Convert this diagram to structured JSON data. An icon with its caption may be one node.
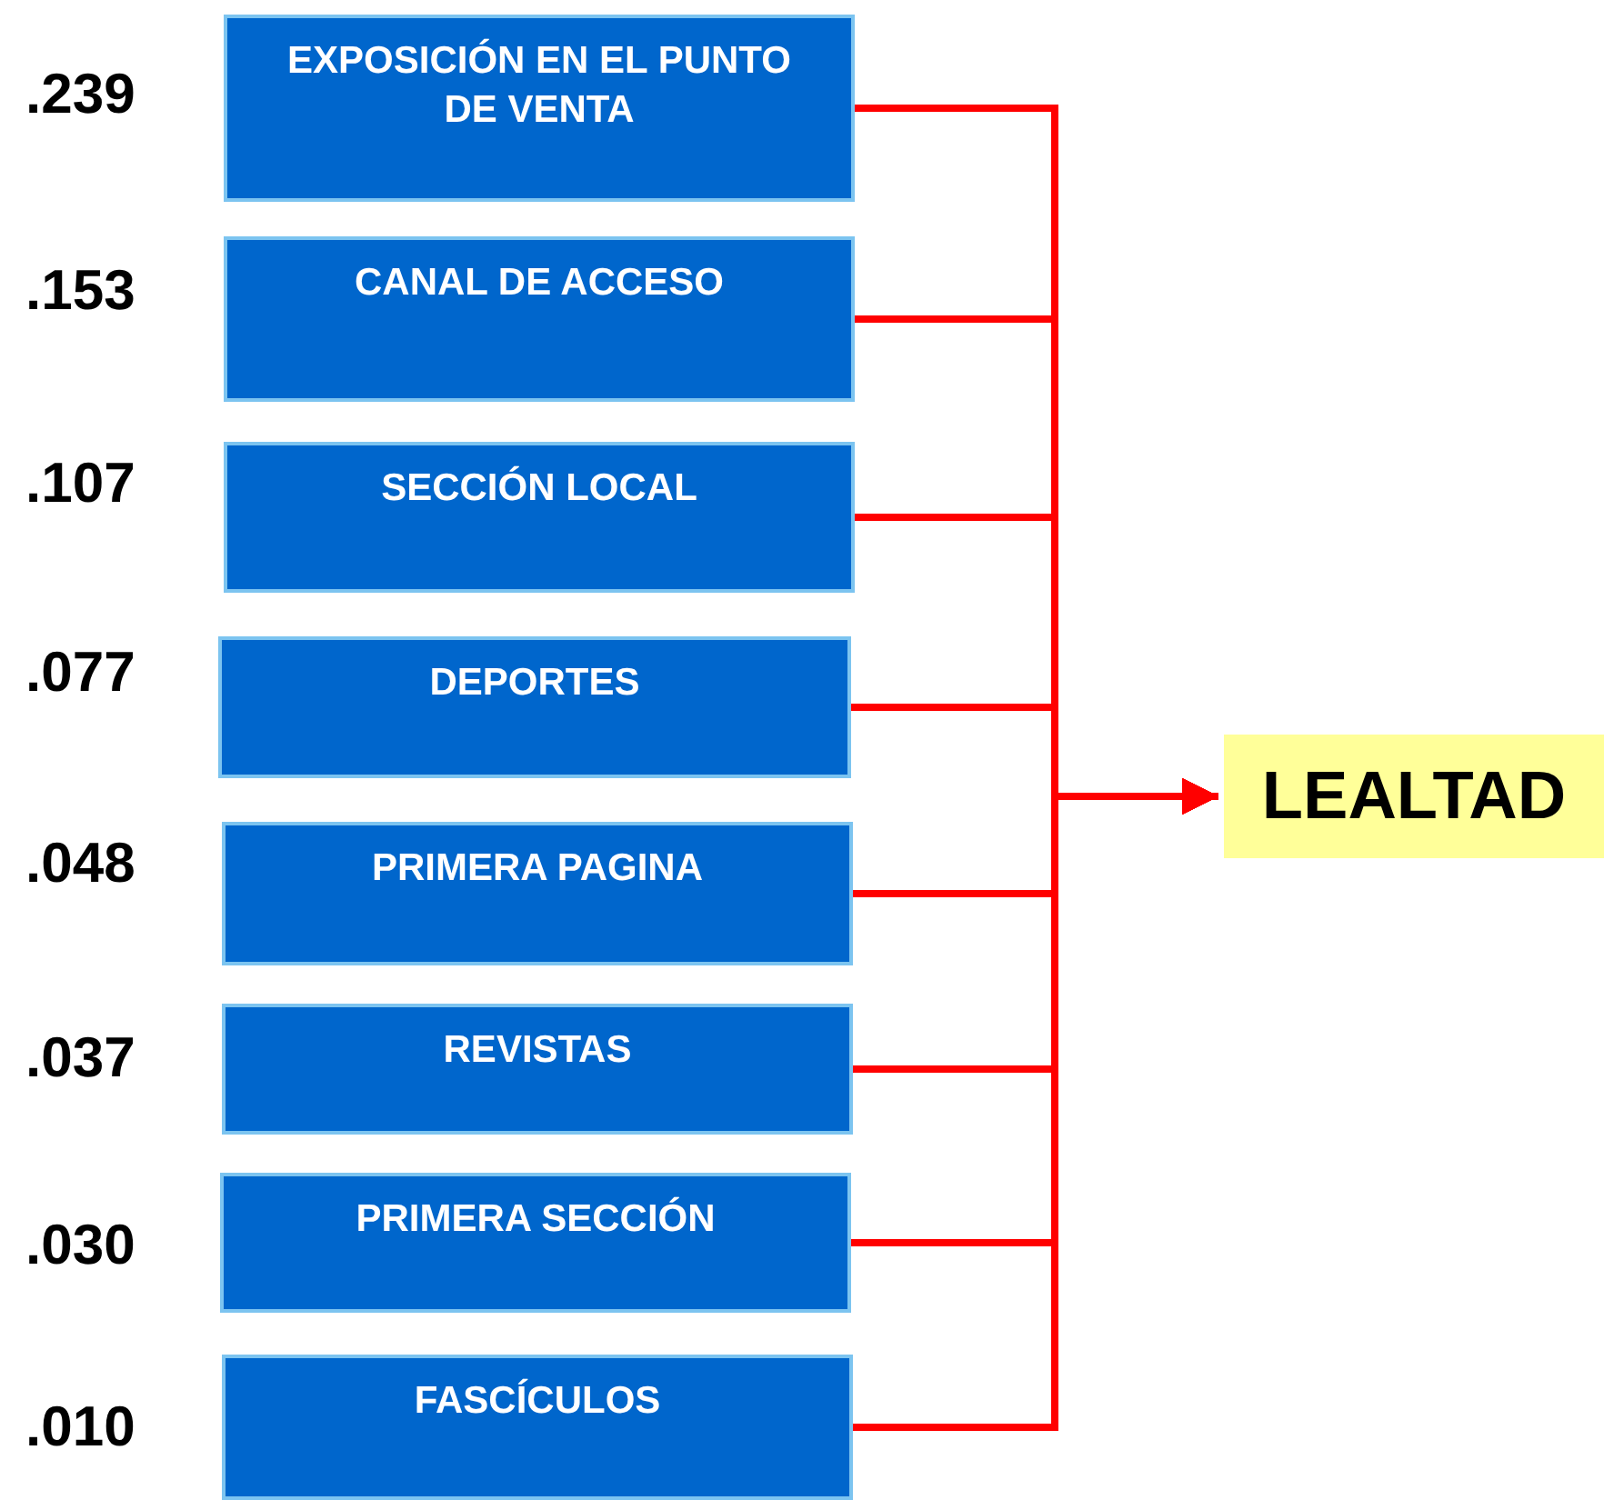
{
  "diagram": {
    "nodes": [
      {
        "text": [
          "EXPOSICIÓN EN EL PUNTO DE VENTA"
        ],
        "beside": [
          ".239"
        ]
      },
      {
        "text": [
          "CANAL DE ACCESO"
        ],
        "beside": [
          ".153"
        ]
      },
      {
        "text": [
          "SECCIÓN LOCAL"
        ],
        "beside": [
          ".107"
        ]
      },
      {
        "text": [
          "DEPORTES"
        ],
        "beside": [
          ".077"
        ]
      },
      {
        "text": [
          "PRIMERA PAGINA"
        ],
        "beside": [
          ".048"
        ]
      },
      {
        "text": [
          "REVISTAS"
        ],
        "beside": [
          ".037"
        ]
      },
      {
        "text": [
          "PRIMERA SECCIÓN"
        ],
        "beside": [
          ".030"
        ]
      },
      {
        "text": [
          "FASCÍCULOS"
        ],
        "beside": [
          ".010"
        ]
      },
      {
        "text": [
          "LEALTAD"
        ]
      }
    ],
    "edges": [
      {
        "from": 0,
        "to": 8,
        "arrow": "to"
      },
      {
        "from": 1,
        "to": 8,
        "arrow": "to"
      },
      {
        "from": 2,
        "to": 8,
        "arrow": "to"
      },
      {
        "from": 3,
        "to": 8,
        "arrow": "to"
      },
      {
        "from": 4,
        "to": 8,
        "arrow": "to"
      },
      {
        "from": 5,
        "to": 8,
        "arrow": "to"
      },
      {
        "from": 6,
        "to": 8,
        "arrow": "to"
      },
      {
        "from": 7,
        "to": 8,
        "arrow": "to"
      }
    ]
  }
}
